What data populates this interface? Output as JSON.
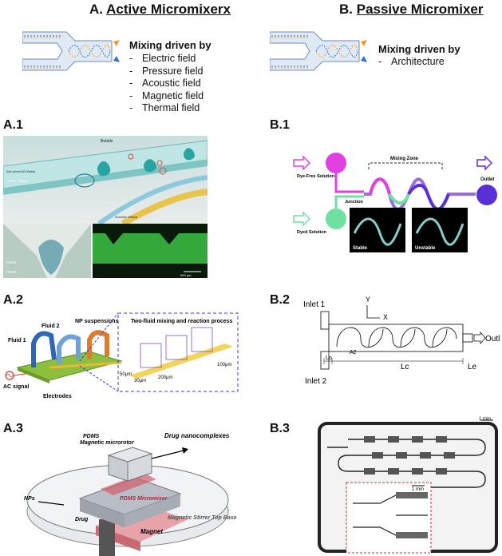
{
  "colA": {
    "letter": "A.",
    "title": "Active Micromixerx",
    "mix_label": "Mixing driven by",
    "drivers": [
      "Electric field",
      "Pressure field",
      "Acoustic field",
      "Magnetic field",
      "Thermal field"
    ]
  },
  "colB": {
    "letter": "B.",
    "title": "Passive Micromixer",
    "mix_label": "Mixing driven by",
    "drivers": [
      "Architecture"
    ]
  },
  "sections": {
    "a1": "A.1",
    "a2": "A.2",
    "a3": "A.3",
    "b1": "B.1",
    "b2": "B.2",
    "b3": "B.3"
  },
  "a1": {
    "bubble": "Bubble",
    "fluorescein": "Anti-solvent (DI Water)",
    "dppc": "DPPC : Solvent",
    "acoustic": "Acoustic Waves",
    "fluids": "Fluids",
    "pdms": "PDMS",
    "scale": "500 μm"
  },
  "a2": {
    "fluid1": "Fluid 1",
    "fluid2": "Fluid 2",
    "np": "NP suspensions",
    "process": "Two-fluid mixing and reaction process",
    "ac": "AC signal",
    "electrodes": "Electrodes",
    "d50": "50μm",
    "d30": "30μm",
    "d200": "200μm",
    "d100": "100μm"
  },
  "a3": {
    "pdms": "PDMS",
    "rotor": "Magnetic\nmicrorotor",
    "drug_out": "Drug\nnanocomplexes",
    "nps": "NPs",
    "drug": "Drug",
    "chip": "PDMS Micromixer",
    "magnet": "Magnet",
    "plate": "Magnetic Stirrer Top Base"
  },
  "b1": {
    "dye_free": "Dye-Free\nSolution",
    "dyed": "Dyed\nSolution",
    "zone": "Mixing Zone",
    "junction": "Junction",
    "outlet": "Outlet",
    "stable": "Stable",
    "unstable": "Unstable"
  },
  "b2": {
    "inlet1": "Inlet 1",
    "inlet2": "Inlet 2",
    "y": "Y",
    "x": "X",
    "a2": "A2",
    "lo": "Lo",
    "lc": "Lc",
    "le": "Le",
    "outlet": "Outlet"
  },
  "b3": {
    "scale1": "1 mm",
    "scale2": "1 mm"
  },
  "colors": {
    "mixer_fill": "#dfeaf6",
    "mixer_stroke": "#6f8fb3",
    "arrow_orange": "#f39a2b",
    "arrow_blue": "#2b6fc9",
    "b1_magenta": "#e040e0",
    "b1_green": "#6fe0a0",
    "b1_purple": "#5a2fd8"
  }
}
